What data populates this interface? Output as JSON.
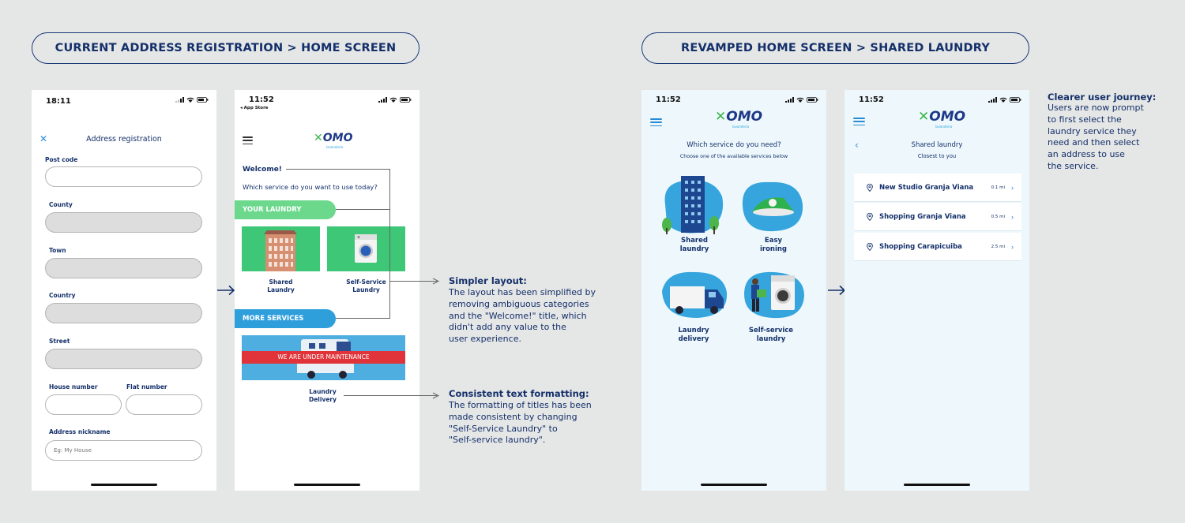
{
  "sections": {
    "left_title": "CURRENT ADDRESS REGISTRATION > HOME SCREEN",
    "right_title": "REVAMPED HOME SCREEN > SHARED LAUNDRY"
  },
  "phone1": {
    "time": "18:11",
    "header_title": "Address registration",
    "fields": {
      "post_code": "Post code",
      "county": "County",
      "town": "Town",
      "country": "Country",
      "street": "Street",
      "house_number": "House number",
      "flat_number": "Flat number",
      "address_nickname": "Address nickname"
    },
    "nickname_placeholder": "Eg: My House"
  },
  "phone2": {
    "time": "11:52",
    "back_label": "◂ App Store",
    "brand": "OMO",
    "brand_sub": "lavanderia",
    "welcome": "Welcome!",
    "question": "Which service do you want to use today?",
    "your_laundry": "YOUR LAUNDRY",
    "shared_laundry": "Shared\nLaundry",
    "self_service_laundry": "Self-Service\nLaundry",
    "more_services": "MORE SERVICES",
    "maintenance": "WE ARE UNDER MAINTENANCE",
    "laundry_delivery": "Laundry\nDelivery"
  },
  "notes": {
    "simpler_title": "Simpler layout:",
    "simpler_body": "The layout has been simplified by\nremoving ambiguous categories\nand the \"Welcome!\" title, which\ndidn't add any value to the\nuser experience.",
    "consistent_title": "Consistent text formatting:",
    "consistent_body": "The formatting of titles has been\nmade consistent by changing\n\"Self-Service Laundry\" to\n\"Self-service laundry\".",
    "journey_title": "Clearer user journey:",
    "journey_body": "Users are now prompt\nto first select the\nlaundry service they\nneed and then select\nan address to use\nthe service."
  },
  "phone3": {
    "time": "11:52",
    "brand": "OMO",
    "brand_sub": "lavanderia",
    "question": "Which service do you need?",
    "subtitle": "Choose one of the available services below",
    "services": [
      {
        "label": "Shared\nlaundry"
      },
      {
        "label": "Easy\nironing"
      },
      {
        "label": "Laundry\ndelivery"
      },
      {
        "label": "Self-service\nlaundry"
      }
    ]
  },
  "phone4": {
    "time": "11:52",
    "brand": "OMO",
    "brand_sub": "lavanderia",
    "title": "Shared laundry",
    "subtitle": "Closest to you",
    "locations": [
      {
        "name": "New Studio Granja Viana",
        "distance": "0.1 mi"
      },
      {
        "name": "Shopping Granja Viana",
        "distance": "0.5 mi"
      },
      {
        "name": "Shopping Carapicuiba",
        "distance": "2.5 mi"
      }
    ]
  },
  "colors": {
    "navy": "#14306a",
    "green_band": "#6cd88c",
    "blue_band": "#2f9fdc",
    "maintenance_red": "#e0343a",
    "light_blue_bg": "#eef8fc"
  }
}
